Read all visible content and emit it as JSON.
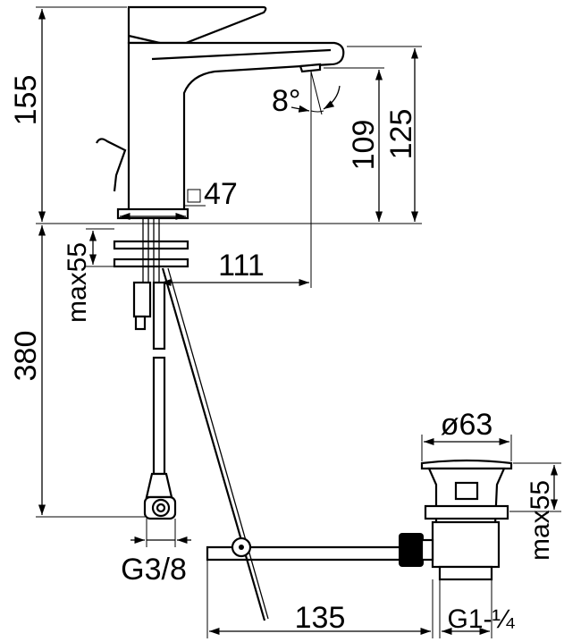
{
  "dimensions": {
    "total_height": "155",
    "spout_height": "125",
    "outlet_height": "109",
    "angle": "8°",
    "base_size": "47",
    "reach": "111",
    "deck_thickness_max": "max55",
    "hose_length": "380",
    "hose_connection": "G3/8",
    "waste_diameter": "ø63",
    "waste_thickness_max": "max55",
    "rod_length": "135",
    "waste_thread": "G1-¼"
  }
}
